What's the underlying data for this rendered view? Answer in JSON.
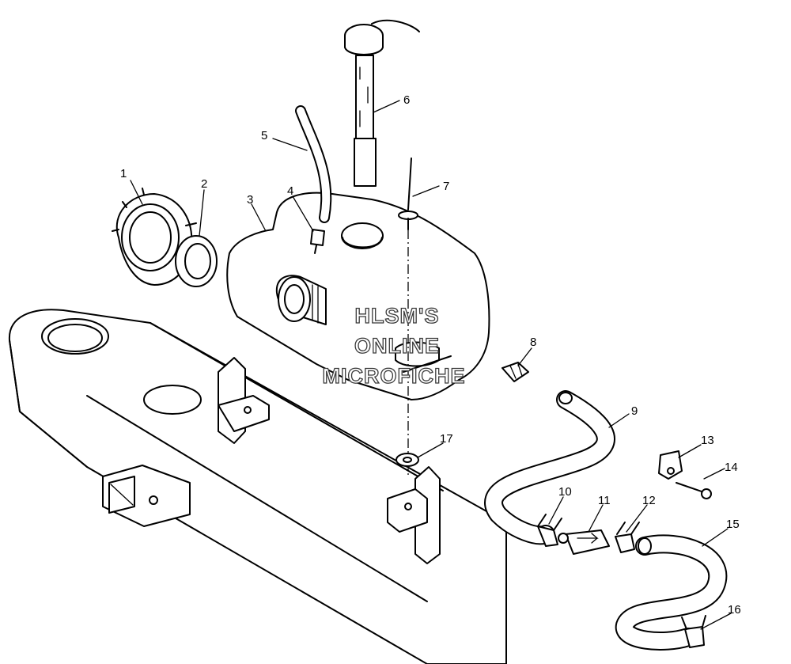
{
  "watermark": {
    "line1": "HLSM'S",
    "line2": "ONLINE",
    "line3": "MICROFICHE"
  },
  "callouts": [
    "1",
    "2",
    "3",
    "4",
    "5",
    "6",
    "7",
    "8",
    "9",
    "10",
    "11",
    "12",
    "13",
    "14",
    "15",
    "16",
    "17"
  ]
}
